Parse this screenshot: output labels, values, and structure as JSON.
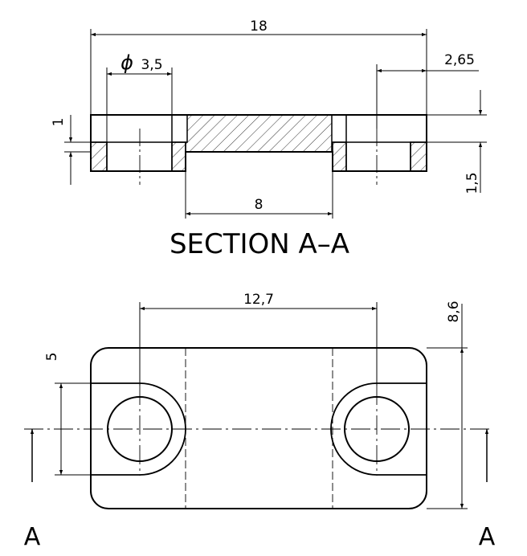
{
  "section_view": {
    "title": "SECTION A–A",
    "dimensions": {
      "overall_width": "18",
      "hole_diameter_symbol": "ϕ",
      "hole_diameter": "3,5",
      "edge_offset": "2,65",
      "counterbore_depth": "1",
      "base_thickness": "1,5",
      "recess_width": "8"
    }
  },
  "plan_view": {
    "dimensions": {
      "hole_spacing": "12,7",
      "slot_width": "5",
      "overall_height": "8,6"
    },
    "section_markers": [
      "A",
      "A"
    ]
  },
  "colors": {
    "line": "#000000",
    "background": "#ffffff"
  }
}
